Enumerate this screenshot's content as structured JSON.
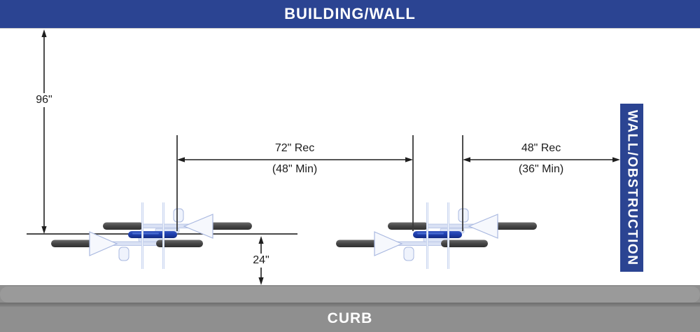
{
  "labels": {
    "building_wall": "BUILDING/WALL",
    "wall_obstruction": "WALL/OBSTRUCTION",
    "curb": "CURB"
  },
  "dimensions": {
    "wall_to_rack_aisle": "96\"",
    "rack_to_rack_rec": "72\" Rec",
    "rack_to_rack_min": "(48\" Min)",
    "rack_to_wall_rec": "48\" Rec",
    "rack_to_wall_min": "(36\" Min)",
    "aisle_to_curb": "24\""
  },
  "colors": {
    "brand_blue": "#2b4492",
    "rack_blue": "#1e3eae",
    "curb_gray": "#8f8f8f",
    "dimension_line": "#3a3a3a",
    "bike_wheel_gray": "#454545",
    "bike_frame_light_blue": "#d9e1f4"
  }
}
